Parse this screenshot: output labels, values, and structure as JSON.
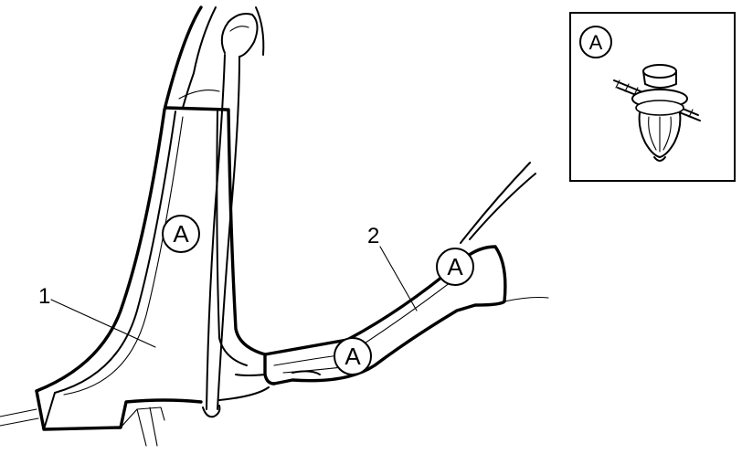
{
  "callouts": {
    "inset": "A",
    "pillar": "A",
    "panel_upper": "A",
    "panel_lower": "A"
  },
  "labels": {
    "one": "1",
    "two": "2"
  }
}
